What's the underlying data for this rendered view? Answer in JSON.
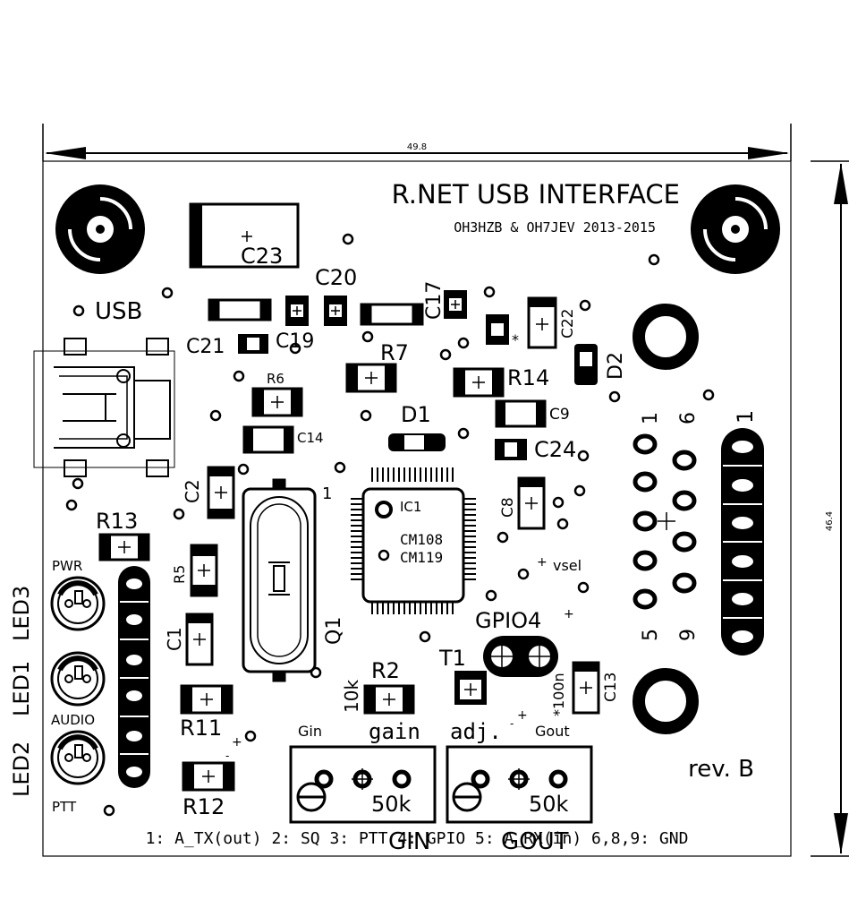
{
  "dimension": {
    "width": "49.8",
    "height": "46.4"
  },
  "title": "R.NET USB INTERFACE",
  "authors": "OH3HZB & OH7JEV 2013-2015",
  "revision": "rev. B",
  "footer_pinout": "1: A_TX(out) 2: SQ 3: PTT 4: GPIO 5: A_RX(in) 6,8,9: GND",
  "labels": {
    "usb": "USB",
    "c23": "C23",
    "c20": "C20",
    "c17": "C17",
    "c22": "C22",
    "c21": "C21",
    "c19": "C19",
    "r7": "R7",
    "r14": "R14",
    "d2": "D2",
    "r6": "R6",
    "c9": "C9",
    "d1": "D1",
    "c14": "C14",
    "c24": "C24",
    "c2": "C2",
    "q1_pin": "1",
    "ic1": "IC1",
    "cm108": "CM108",
    "cm119": "CM119",
    "c8": "C8",
    "vsel": "vsel",
    "r13": "R13",
    "r5": "R5",
    "c1": "C1",
    "q1": "Q1",
    "gpio4": "GPIO4",
    "r2": "R2",
    "k10": "10k",
    "t1": "T1",
    "n100": "*100n",
    "c13": "C13",
    "r11": "R11",
    "r12": "R12",
    "pwr": "PWR",
    "audio": "AUDIO",
    "ptt": "PTT",
    "led3": "LED3",
    "led1": "LED1",
    "led2": "LED2",
    "gin_small": "Gin",
    "gain": "gain",
    "adj": "adj.",
    "gout_small": "Gout",
    "pot_value_1": "50k",
    "pot_value_2": "50k",
    "gin_big": "GIN",
    "gout_big": "GOUT",
    "conn_pin1": "1",
    "conn_pin6": "6",
    "conn_pin5": "5",
    "conn_pin9": "9",
    "header_pin1": "1",
    "star": "*"
  }
}
